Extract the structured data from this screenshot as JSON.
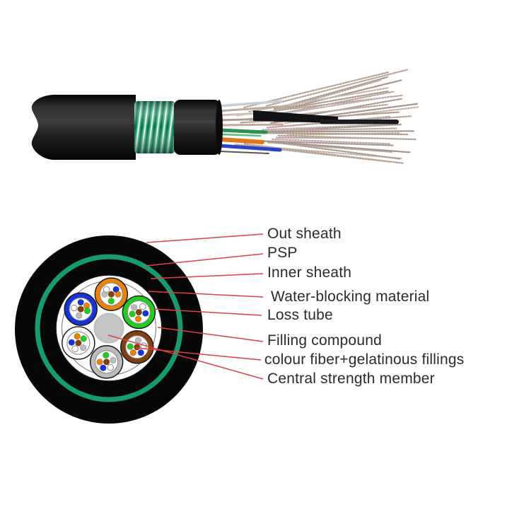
{
  "figure": {
    "subject": "Stranded loose tube armored fiber optic cable (structure diagram)"
  },
  "photo": {
    "parts": [
      "out-sheath",
      "corrugated-armor",
      "inner-sheath",
      "loose-tubes",
      "fiber-fan",
      "central-strength-rod"
    ],
    "colors": {
      "sheath_dark": "#070708",
      "sheath_mid": "#38383b",
      "armor_dark": "#0a6e49",
      "armor_mid": "#2fae7e",
      "armor_light": "#e4f5ec",
      "tube_green": "#2d9150",
      "tube_green_light": "#5cbc7c",
      "tube_orange": "#e07818",
      "tube_blue": "#2743c8",
      "strand_gray": "#c9ced4",
      "strand_tan": "#bba9a2",
      "rod_black": "#121216",
      "fan_speckle": "#7a6054",
      "fan_palette": [
        "#cbb3ad",
        "#c3b5a4",
        "#d2bfc4",
        "#b5a79a",
        "#c9b8b2",
        "#af9f93",
        "#d6c6ba",
        "#b8ab9e"
      ]
    },
    "fan": {
      "strand_count": 34
    }
  },
  "diagram": {
    "labels": [
      {
        "id": "out-sheath",
        "text": "Out sheath"
      },
      {
        "id": "psp",
        "text": "PSP"
      },
      {
        "id": "inner-sheath",
        "text": "Inner sheath"
      },
      {
        "id": "water-blocking",
        "text": "Water-blocking material"
      },
      {
        "id": "loss-tube",
        "text": "Loss tube"
      },
      {
        "id": "filling-compound",
        "text": "Filling compound"
      },
      {
        "id": "colour-fiber",
        "text": "colour fiber+gelatinous fillings"
      },
      {
        "id": "central-strength",
        "text": "Central strength member"
      }
    ],
    "palette": {
      "blue": "#1635d8",
      "orange": "#e8820a",
      "green": "#22cc22",
      "brown": "#82400e",
      "gray": "#bcbcbc",
      "white": "#ffffff"
    },
    "psp_ring_color": "#169a6e",
    "sheath_color": "#070707",
    "center_member_color": "#c4c4c4",
    "tube_count": 6,
    "fibers_per_tube": 6,
    "tubes": [
      {
        "ring": "orange",
        "angle": -86,
        "fibers": [
          {
            "color": "white",
            "angle": -135
          },
          {
            "color": "blue",
            "angle": -45
          },
          {
            "color": "gray",
            "angle": 180
          },
          {
            "color": "orange",
            "angle": 0
          },
          {
            "color": "green",
            "angle": 90
          },
          {
            "color": "brown",
            "angle": "center"
          }
        ]
      },
      {
        "ring": "green",
        "angle": -28,
        "fibers": [
          {
            "color": "gray",
            "angle": -135
          },
          {
            "color": "white",
            "angle": -55
          },
          {
            "color": "blue",
            "angle": 10
          },
          {
            "color": "orange",
            "angle": 95
          },
          {
            "color": "green",
            "angle": 165
          },
          {
            "color": "brown",
            "angle": "center"
          }
        ]
      },
      {
        "ring": "brown",
        "angle": 34,
        "fibers": [
          {
            "color": "gray",
            "angle": -80
          },
          {
            "color": "white",
            "angle": -10
          },
          {
            "color": "blue",
            "angle": 55
          },
          {
            "color": "orange",
            "angle": 125
          },
          {
            "color": "green",
            "angle": 185
          },
          {
            "color": "brown",
            "angle": "center"
          }
        ]
      },
      {
        "ring": "gray",
        "angle": 94,
        "fibers": [
          {
            "color": "green",
            "angle": -95
          },
          {
            "color": "gray",
            "angle": -15
          },
          {
            "color": "white",
            "angle": 55
          },
          {
            "color": "blue",
            "angle": 120
          },
          {
            "color": "orange",
            "angle": 180
          },
          {
            "color": "brown",
            "angle": "center"
          }
        ]
      },
      {
        "ring": "white",
        "angle": 154,
        "fibers": [
          {
            "color": "orange",
            "angle": -100
          },
          {
            "color": "green",
            "angle": -40
          },
          {
            "color": "gray",
            "angle": 45
          },
          {
            "color": "white",
            "angle": 120
          },
          {
            "color": "blue",
            "angle": 185
          },
          {
            "color": "brown",
            "angle": "center"
          }
        ]
      },
      {
        "ring": "blue",
        "angle": -146,
        "fibers": [
          {
            "color": "blue",
            "angle": -90
          },
          {
            "color": "orange",
            "angle": -30
          },
          {
            "color": "green",
            "angle": 15
          },
          {
            "color": "gray",
            "angle": 105
          },
          {
            "color": "white",
            "angle": 190
          },
          {
            "color": "brown",
            "angle": "center"
          }
        ]
      }
    ]
  },
  "colors": {
    "background": "#ffffff",
    "leader_line": "#e04040",
    "label_text": "#2b2b2b"
  }
}
